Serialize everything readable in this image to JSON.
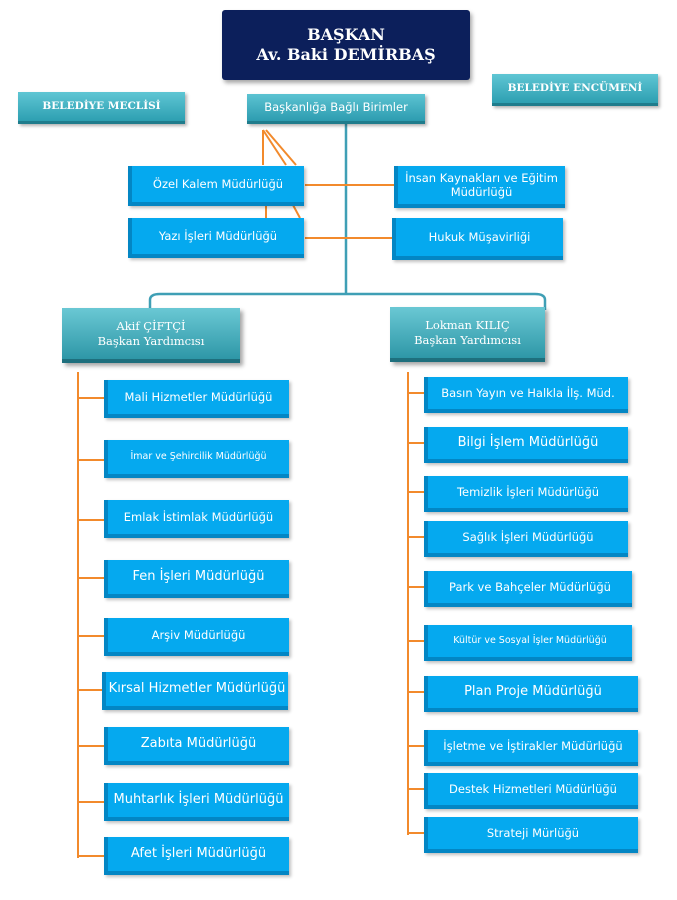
{
  "president": {
    "title": "BAŞKAN",
    "name": "Av. Baki DEMİRBAŞ"
  },
  "council": "BELEDİYE MECLİSİ",
  "committee": "BELEDİYE ENCÜMENİ",
  "attached_units": {
    "title": "Başkanlığa Bağlı Birimler",
    "left": [
      "Özel Kalem Müdürlüğü",
      "Yazı İşleri Müdürlüğü"
    ],
    "right": [
      "İnsan Kaynakları ve Eğitim Müdürlüğü",
      "Hukuk Müşavirliği"
    ]
  },
  "deputy_left": {
    "name": "Akif ÇİFTÇİ",
    "title": "Başkan Yardımcısı",
    "units": [
      "Mali Hizmetler Müdürlüğü",
      "İmar ve Şehircilik Müdürlüğü",
      "Emlak İstimlak Müdürlüğü",
      "Fen İşleri Müdürlüğü",
      "Arşiv Müdürlüğü",
      "Kırsal Hizmetler Müdürlüğü",
      "Zabıta Müdürlüğü",
      "Muhtarlık İşleri Müdürlüğü",
      "Afet İşleri Müdürlüğü"
    ]
  },
  "deputy_right": {
    "name": "Lokman KILIÇ",
    "title": "Başkan Yardımcısı",
    "units": [
      "Basın Yayın ve Halkla İlş. Müd.",
      "Bilgi İşlem Müdürlüğü",
      "Temizlik İşleri Müdürlüğü",
      "Sağlık İşleri Müdürlüğü",
      "Park ve Bahçeler Müdürlüğü",
      "Kültür ve Sosyal İşler Müdürlüğü",
      "Plan Proje Müdürlüğü",
      "İşletme ve İştirakler Müdürlüğü",
      "Destek Hizmetleri Müdürlüğü",
      "Strateji Mürlüğü"
    ]
  },
  "colors": {
    "unit": "#05a9ef",
    "teal": "#3fb0c0",
    "navy": "#0c1f5b",
    "orange_line": "#f28a2c",
    "teal_line": "#3f9fb5"
  }
}
